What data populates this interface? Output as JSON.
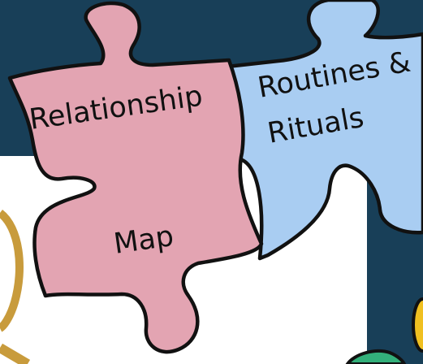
{
  "colors": {
    "background_dark": "#183f58",
    "panel_white": "#ffffff",
    "piece_pink": "#e3a4b2",
    "piece_blue": "#a9cdf2",
    "outline": "#111111",
    "accent_gold": "#c89b3c",
    "accent_yellow": "#f0c020",
    "accent_green": "#33b07a"
  },
  "pieces": {
    "relationship_map": {
      "line1": "Relationship",
      "line2": "Map"
    },
    "routines_rituals": {
      "line1": "Routines &",
      "line2": "Rituals"
    }
  }
}
